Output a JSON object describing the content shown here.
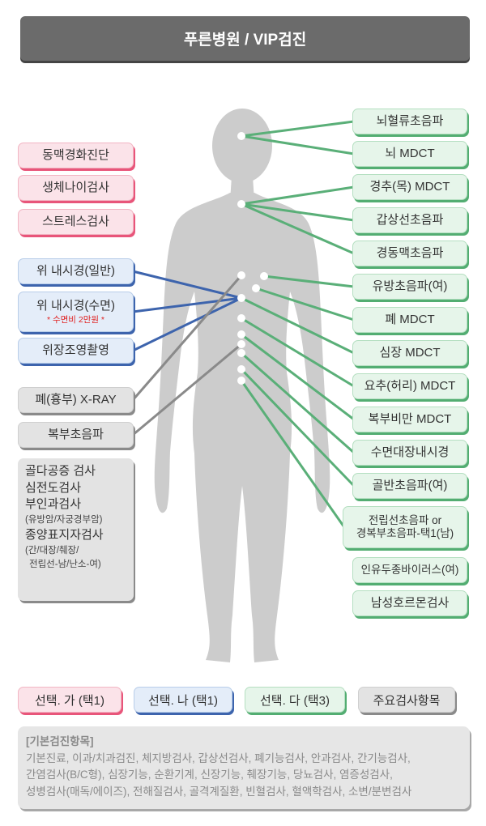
{
  "header": {
    "title": "푸른병원 / VIP검진"
  },
  "option_a": {
    "items": [
      "동맥경화진단",
      "생체나이검사",
      "스트레스검사"
    ]
  },
  "option_b": {
    "items": [
      {
        "label": "위 내시경(일반)",
        "note": ""
      },
      {
        "label": "위 내시경(수면)",
        "note": "* 수면비 2만원 *"
      },
      {
        "label": "위장조영촬영",
        "note": ""
      }
    ]
  },
  "major_left": {
    "items": [
      "폐(흉부) X-RAY",
      "복부초음파"
    ]
  },
  "major_list": {
    "lines": [
      {
        "text": "골다공증 검사",
        "sub": false
      },
      {
        "text": "심전도검사",
        "sub": false
      },
      {
        "text": "부인과검사",
        "sub": false
      },
      {
        "text": "(유방암/자궁경부암)",
        "sub": true
      },
      {
        "text": "종양표지자검사",
        "sub": false
      },
      {
        "text": "(간/대장/췌장/",
        "sub": true
      },
      {
        "text": "전립선-남/난소-여)",
        "sub": true
      }
    ]
  },
  "option_c": {
    "items": [
      "뇌혈류초음파",
      "뇌 MDCT",
      "경추(목) MDCT",
      "갑상선초음파",
      "경동맥초음파",
      "유방초음파(여)",
      "폐 MDCT",
      "심장 MDCT",
      "요추(허리) MDCT",
      "복부비만 MDCT",
      "수면대장내시경",
      "골반초음파(여)",
      "전립선초음파 or",
      "경복부초음파-택1(남)",
      "인유두종바이러스(여)",
      "남성호르몬검사"
    ]
  },
  "legend": {
    "a": "선택. 가 (택1)",
    "b": "선택. 나 (택1)",
    "c": "선택. 다 (택3)",
    "major": "주요검사항목"
  },
  "basic": {
    "title": "[기본검진항목]",
    "lines": [
      "기본진료, 이과/치과검진, 체지방검사, 갑상선검사, 폐기능검사, 안과검사, 간기능검사,",
      "간염검사(B/C형), 심장기능, 순환기계, 신장기능, 췌장기능, 당뇨검사, 염증성검사,",
      "성병검사(매독/에이즈), 전해질검사, 골격계질환, 빈혈검사, 혈액학검사, 소변/분변검사"
    ]
  },
  "colors": {
    "pink_line": "#e8557a",
    "blue_line": "#3d64ad",
    "green_line": "#5aaf78",
    "gray_line": "#8a8a8a",
    "body": "#cccccc",
    "header": "#6b6b6b",
    "note": "#e02020"
  }
}
